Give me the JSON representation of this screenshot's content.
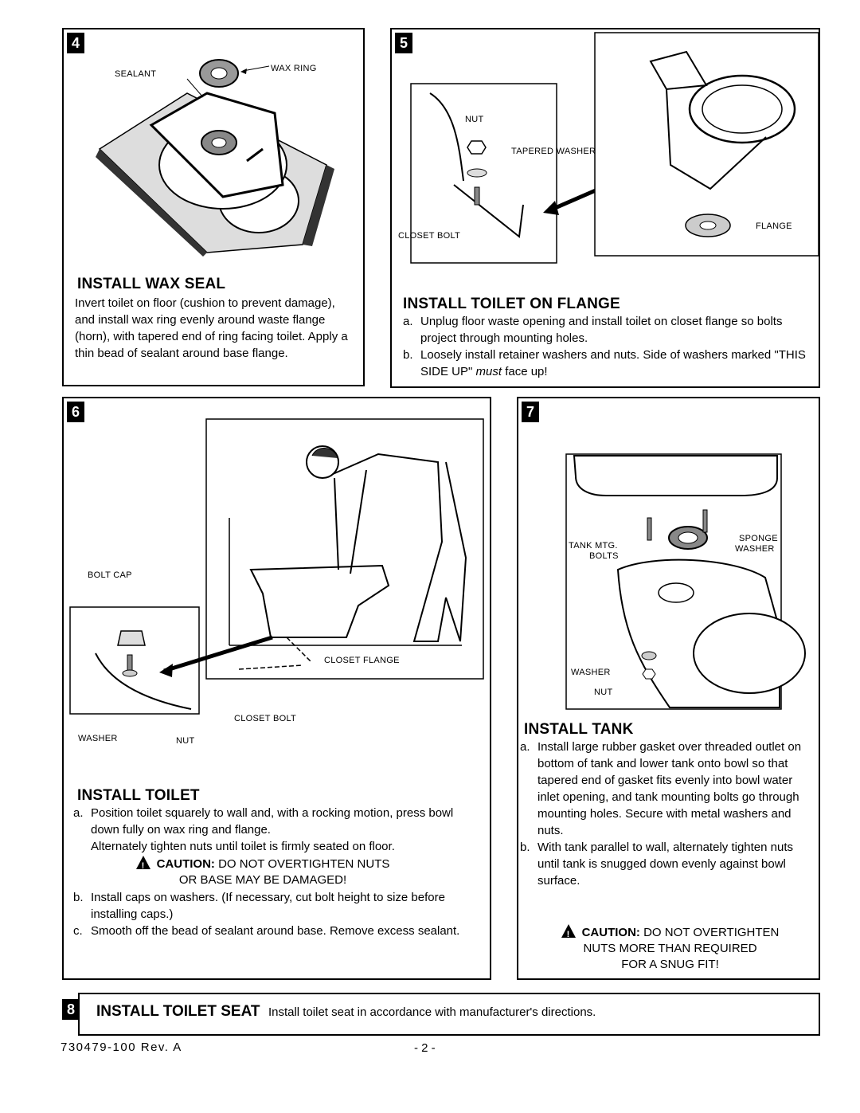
{
  "step4": {
    "number": "4",
    "heading": "INSTALL WAX SEAL",
    "body": "Invert toilet on floor (cushion to prevent damage), and install wax ring evenly around waste flange (horn), with tapered end of ring facing toilet.  Apply a thin bead of sealant around base flange.",
    "labels": {
      "sealant": "SEALANT",
      "wax_ring": "WAX RING"
    }
  },
  "step5": {
    "number": "5",
    "heading": "INSTALL TOILET ON FLANGE",
    "items": [
      {
        "marker": "a.",
        "text": "Unplug floor waste opening and install toilet on closet flange so bolts project through mounting holes."
      },
      {
        "marker": "b.",
        "text_before": "Loosely install retainer washers and nuts. Side of washers marked \"THIS SIDE UP\" ",
        "text_emph": "must",
        "text_after": " face up!"
      }
    ],
    "labels": {
      "nut": "NUT",
      "tapered_washer": "TAPERED WASHER",
      "closet_bolt": "CLOSET BOLT",
      "flange": "FLANGE"
    }
  },
  "step6": {
    "number": "6",
    "heading": "INSTALL TOILET",
    "items": [
      {
        "marker": "a.",
        "text": "Position toilet squarely to wall and, with a rocking motion, press bowl down fully on wax ring and flange.",
        "text2": "Alternately tighten nuts until toilet is firmly seated on floor."
      },
      {
        "marker": "b.",
        "text": "Install caps on washers.  (If necessary, cut bolt height to size before installing caps.)"
      },
      {
        "marker": "c.",
        "text": "Smooth off the bead of sealant around base. Remove excess sealant."
      }
    ],
    "caution": {
      "label": "CAUTION:",
      "line1": " DO NOT OVERTIGHTEN NUTS",
      "line2": "OR BASE MAY BE DAMAGED!"
    },
    "labels": {
      "bolt_cap": "BOLT CAP",
      "closet_flange": "CLOSET FLANGE",
      "closet_bolt": "CLOSET BOLT",
      "washer": "WASHER",
      "nut": "NUT"
    }
  },
  "step7": {
    "number": "7",
    "heading": "INSTALL TANK",
    "items": [
      {
        "marker": "a.",
        "text": "Install large rubber gasket over threaded outlet on bottom of tank and lower tank onto bowl so that tapered end of gasket fits evenly into bowl water inlet opening, and tank mounting bolts go through mounting holes. Secure with metal washers and nuts."
      },
      {
        "marker": "b.",
        "text": "With tank parallel to wall, alternately tighten nuts until tank is  snugged down evenly against bowl surface."
      }
    ],
    "caution": {
      "label": "CAUTION:",
      "line1": " DO NOT OVERTIGHTEN",
      "line2": "NUTS MORE THAN REQUIRED",
      "line3": "FOR A SNUG FIT!"
    },
    "labels": {
      "tank_mtg": "TANK MTG.",
      "bolts": "BOLTS",
      "sponge": "SPONGE",
      "sponge_washer": "WASHER",
      "washer": "WASHER",
      "nut": "NUT"
    }
  },
  "step8": {
    "number": "8",
    "heading": "INSTALL TOILET SEAT",
    "text": "Install toilet seat in accordance with manufacturer's directions."
  },
  "footer": {
    "doc_number": "730479-100 Rev. A",
    "page": "- 2 -"
  },
  "warning_glyph": "!"
}
